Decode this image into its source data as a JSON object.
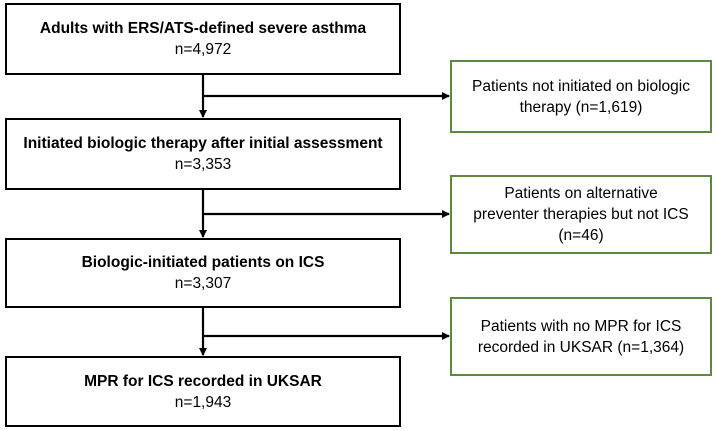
{
  "main_boxes": [
    {
      "title": "Adults with ERS/ATS-defined severe asthma",
      "count": "n=4,972"
    },
    {
      "title": "Initiated biologic therapy after initial assessment",
      "count": "n=3,353"
    },
    {
      "title": "Biologic-initiated patients on ICS",
      "count": "n=3,307"
    },
    {
      "title": "MPR for ICS recorded in UKSAR",
      "count": "n=1,943"
    }
  ],
  "side_boxes": [
    {
      "lines": [
        "Patients not initiated on biologic",
        "therapy (n=1,619)"
      ]
    },
    {
      "lines": [
        "Patients on alternative",
        "preventer therapies but not ICS",
        "(n=46)"
      ]
    },
    {
      "lines": [
        "Patients with no MPR for ICS",
        "recorded in UKSAR (n=1,364)"
      ]
    }
  ],
  "colors": {
    "main_border": "#000000",
    "side_border": "#5b8a3a",
    "arrow": "#000000"
  }
}
